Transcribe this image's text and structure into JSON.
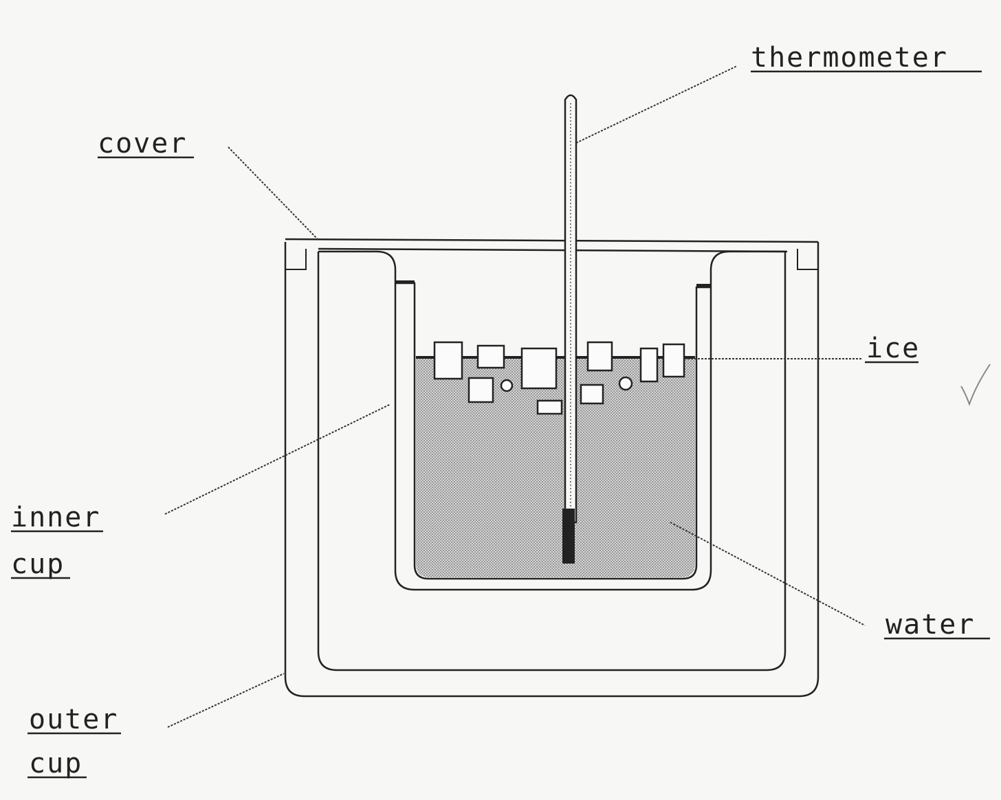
{
  "labels": {
    "thermometer": "thermometer",
    "cover": "cover",
    "ice": "ice",
    "inner_cup_line1": "inner",
    "inner_cup_line2": "cup",
    "water": "water",
    "outer_cup_line1": "outer",
    "outer_cup_line2": "cup"
  },
  "colors": {
    "ink": "#222222",
    "paper": "#f7f7f5",
    "water_fill": "#bdbdbd"
  }
}
